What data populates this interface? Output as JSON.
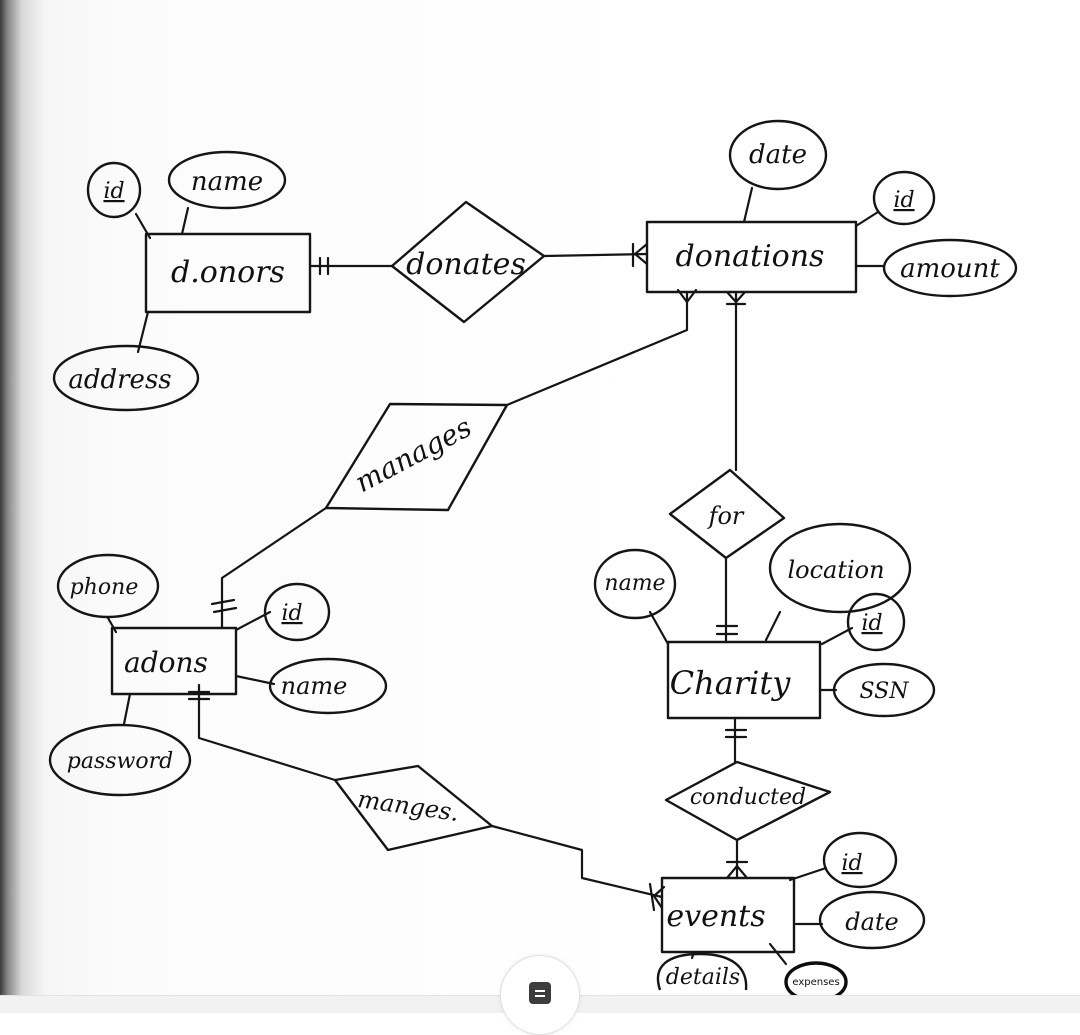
{
  "entities": {
    "donors": "d.onors",
    "donations": "donations",
    "admins": "adons",
    "charity": "Charity",
    "events": "events"
  },
  "relationships": {
    "donates": "donates",
    "manages_top": "manages",
    "for": "for",
    "manges": "manges.",
    "conducted": "conducted"
  },
  "attributes": {
    "donors_id": "id",
    "donors_name": "name",
    "donors_address": "address",
    "donations_date": "date",
    "donations_id": "id",
    "donations_amount": "amount",
    "admins_phone": "phone",
    "admins_id": "id",
    "admins_name": "name",
    "admins_password": "password",
    "charity_name": "name",
    "charity_location": "location",
    "charity_id": "id",
    "charity_ssn": "SSN",
    "events_id": "id",
    "events_date": "date",
    "events_details": "details",
    "events_expenses": "expenses"
  },
  "icons": {
    "menu": "menu-icon"
  }
}
